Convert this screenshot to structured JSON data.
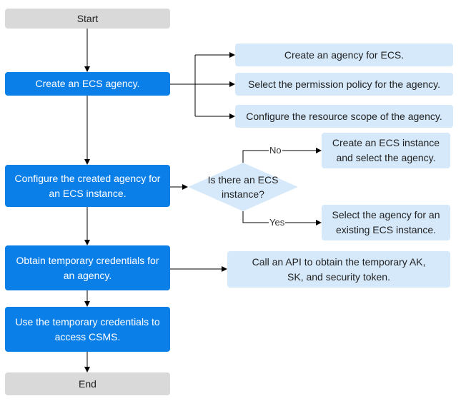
{
  "nodes": {
    "start": "Start",
    "create_agency": "Create an ECS agency.",
    "configure_agency": "Configure the created agency for an ECS instance.",
    "obtain_credentials": "Obtain temporary credentials for an agency.",
    "use_credentials": "Use the temporary credentials to access CSMS.",
    "end": "End",
    "sub_create_agency": "Create an agency for ECS.",
    "sub_select_policy": "Select the permission policy for the agency.",
    "sub_configure_scope": "Configure the resource scope of the agency.",
    "decision": "Is there an ECS instance?",
    "no_branch": "Create an ECS instance and select the agency.",
    "yes_branch": "Select the agency for an existing ECS instance.",
    "call_api": "Call an API to obtain the temporary AK, SK, and security token."
  },
  "edge_labels": {
    "no": "No",
    "yes": "Yes"
  },
  "colors": {
    "terminal_fill": "#d9d9d9",
    "step_fill": "#0a7fe8",
    "detail_fill": "#d6e9fb",
    "line": "#000000"
  }
}
